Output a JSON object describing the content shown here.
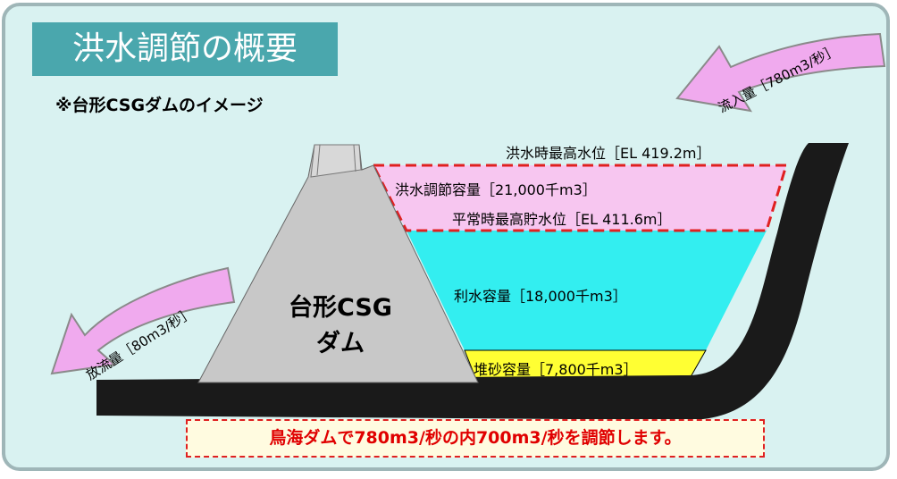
{
  "title": "洪水調節の概要",
  "subtitle": "※台形CSGダムのイメージ",
  "dam": {
    "line1": "台形CSG",
    "line2": "ダム"
  },
  "labels": {
    "flood_max_level": "洪水時最高水位［EL 419.2m］",
    "flood_control_capacity": "洪水調節容量［21,000千m3］",
    "normal_max_level": "平常時最高貯水位［EL 411.6m］",
    "water_use_capacity": "利水容量［18,000千m3］",
    "sediment_capacity": "堆砂容量［7,800千m3］"
  },
  "arrows": {
    "inflow": "流入量［780m3/秒］",
    "outflow": "放流量［80m3/秒］"
  },
  "note": "鳥海ダムで780m3/秒の内700m3/秒を調節します。",
  "colors": {
    "panel": "#d9f2f1",
    "title_bg": "#4aa7ad",
    "flood_zone": "#f7c6f0",
    "water": "#33eef0",
    "sediment": "#ffff33",
    "dam": "#c8c8c8",
    "ground": "#1a1a1a",
    "arrow": "#f0aaee",
    "note_red": "#e00000"
  }
}
